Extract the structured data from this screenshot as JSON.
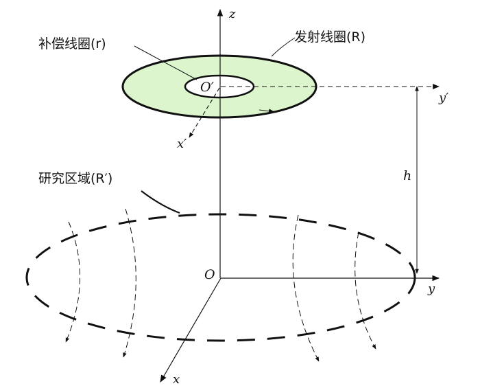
{
  "labels": {
    "compensation_coil": "补偿线圈(r)",
    "transmitter_coil": "发射线圈(R)",
    "study_region": "研究区域(R′)",
    "origin_top": "O′",
    "origin_bottom": "O",
    "axis_z": "z",
    "axis_y_top": "y′",
    "axis_x_top": "x′",
    "axis_y": "y",
    "axis_x": "x",
    "height": "h"
  },
  "colors": {
    "coil_fill": "#dcf5cc",
    "line": "#111111",
    "background": "#ffffff"
  }
}
